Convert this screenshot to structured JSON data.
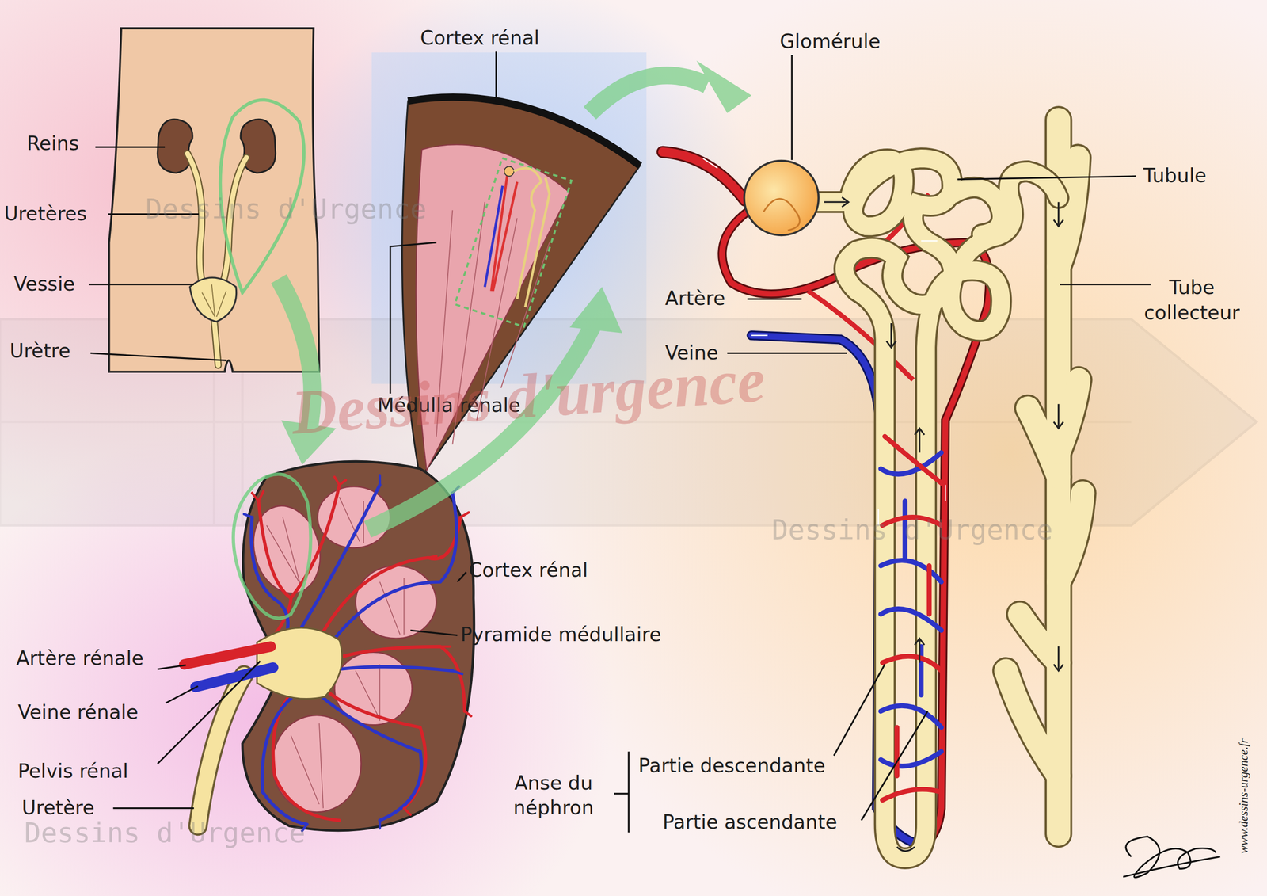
{
  "diagram": {
    "labels": [
      "Reins",
      "Uretères",
      "Vessie",
      "Urètre",
      "Cortex rénal",
      "Médulla rénale",
      "Glomérule",
      "Tubule",
      "Artère",
      "Veine",
      "Tube collecteur",
      "Cortex rénal",
      "Pyramide médullaire",
      "Artère rénale",
      "Veine rénale",
      "Pelvis rénal",
      "Uretère",
      "Anse du néphron",
      "Partie descendante",
      "Partie ascendante",
      "Dessins d'Urgence",
      "Dessins d'urgence",
      "Dessins d'Urgence",
      "Dessins d'Urgence",
      "www.dessins-urgence.fr"
    ]
  }
}
